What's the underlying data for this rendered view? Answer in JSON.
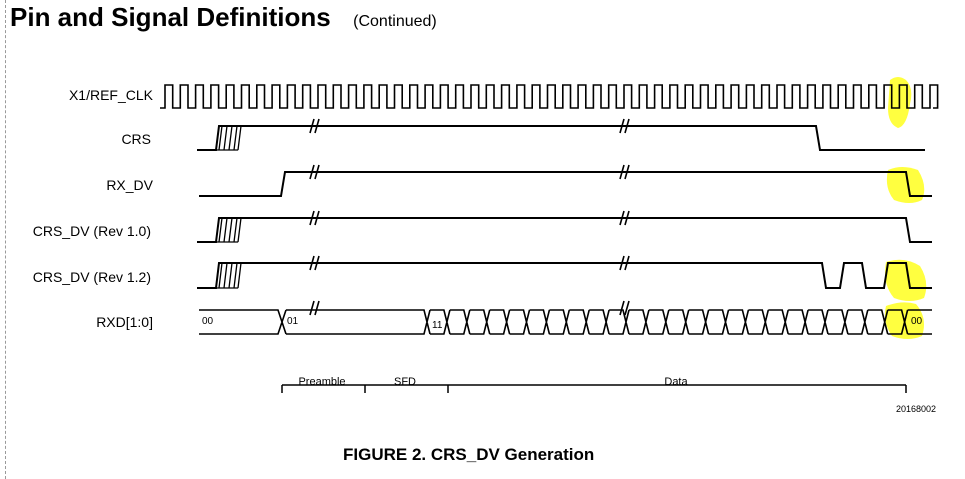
{
  "page": {
    "title": "Pin and Signal Definitions",
    "subtitle": "(Continued)"
  },
  "figure": {
    "caption": "FIGURE 2. CRS_DV Generation",
    "number": "20168002"
  },
  "signals": {
    "ref_clk": "X1/REF_CLK",
    "crs": "CRS",
    "rx_dv": "RX_DV",
    "crs_dv_10": "CRS_DV (Rev 1.0)",
    "crs_dv_12": "CRS_DV (Rev 1.2)",
    "rxd": "RXD[1:0]"
  },
  "rxd_values": {
    "idle_start": "00",
    "preamble": "01",
    "sfd": "11",
    "idle_end": "00"
  },
  "segments": {
    "preamble": "Preamble",
    "sfd": "SFD",
    "data": "Data"
  },
  "highlight_color": "#ffff00"
}
